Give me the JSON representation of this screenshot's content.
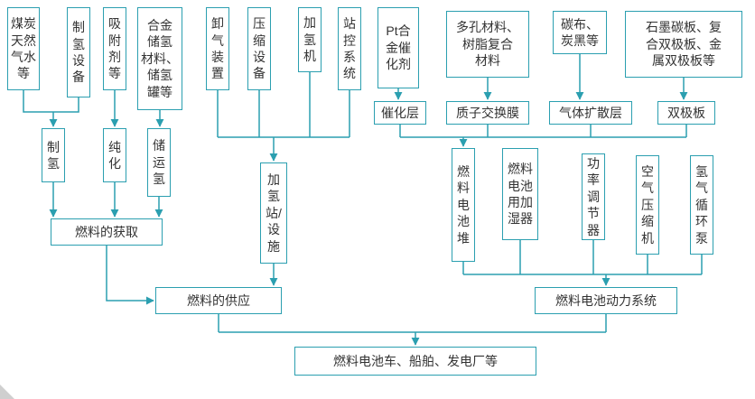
{
  "colors": {
    "accent": "#2b9fb0",
    "text": "#333333",
    "background": "#ffffff"
  },
  "nodes": {
    "coal_gas_water": "煤炭\n天然\n气水\n等",
    "h2_equipment": "制\n氢\n设\n备",
    "adsorbent": "吸\n附\n剂\n等",
    "storage_material": "合金\n储氢\n材料、\n储氢\n罐等",
    "unloading": "卸\n气\n装\n置",
    "compression": "压\n缩\n设\n备",
    "dispenser": "加\n氢\n机",
    "station_control": "站\n控\n系\n统",
    "pt_catalyst": "Pt合\n金催\n化剂",
    "porous_material": "多孔材料、\n树脂复合\n材料",
    "carbon_cloth": "碳布、\n炭黑等",
    "plate_materials": "石墨碳板、复\n合双极板、金\n属双极板等",
    "h2_production": "制\n氢",
    "purification": "纯\n化",
    "h2_storage_transport": "储\n运\n氢",
    "catalyst_layer": "催化层",
    "pem": "质子交换膜",
    "gdl": "气体扩散层",
    "bipolar_plate": "双极板",
    "fuel_acquisition": "燃料的获取",
    "h2_station": "加\n氢\n站/\n设\n施",
    "stack": "燃\n料\n电\n池\n堆",
    "humidifier": "燃料\n电池\n用加\n湿器",
    "power_regulator": "功\n率\n调\n节\n器",
    "air_compressor": "空\n气\n压\n缩\n机",
    "h2_pump": "氢\n气\n循\n环\n泵",
    "fuel_supply": "燃料的供应",
    "power_system": "燃料电池动力系统",
    "applications": "燃料电池车、船舶、发电厂等"
  },
  "edges": [
    {
      "from": "coal_gas_water",
      "to": "h2_production"
    },
    {
      "from": "h2_equipment",
      "to": "h2_production"
    },
    {
      "from": "adsorbent",
      "to": "purification"
    },
    {
      "from": "storage_material",
      "to": "h2_storage_transport"
    },
    {
      "from": "h2_production",
      "to": "fuel_acquisition"
    },
    {
      "from": "purification",
      "to": "fuel_acquisition"
    },
    {
      "from": "h2_storage_transport",
      "to": "fuel_acquisition"
    },
    {
      "from": "unloading",
      "to": "h2_station"
    },
    {
      "from": "compression",
      "to": "h2_station"
    },
    {
      "from": "dispenser",
      "to": "h2_station"
    },
    {
      "from": "station_control",
      "to": "h2_station"
    },
    {
      "from": "fuel_acquisition",
      "to": "fuel_supply"
    },
    {
      "from": "h2_station",
      "to": "fuel_supply"
    },
    {
      "from": "pt_catalyst",
      "to": "catalyst_layer"
    },
    {
      "from": "porous_material",
      "to": "pem"
    },
    {
      "from": "carbon_cloth",
      "to": "gdl"
    },
    {
      "from": "plate_materials",
      "to": "bipolar_plate"
    },
    {
      "from": "catalyst_layer",
      "to": "stack"
    },
    {
      "from": "pem",
      "to": "stack"
    },
    {
      "from": "gdl",
      "to": "stack"
    },
    {
      "from": "bipolar_plate",
      "to": "stack"
    },
    {
      "from": "stack",
      "to": "power_system"
    },
    {
      "from": "humidifier",
      "to": "power_system"
    },
    {
      "from": "power_regulator",
      "to": "power_system"
    },
    {
      "from": "air_compressor",
      "to": "power_system"
    },
    {
      "from": "h2_pump",
      "to": "power_system"
    },
    {
      "from": "fuel_supply",
      "to": "applications"
    },
    {
      "from": "power_system",
      "to": "applications"
    }
  ]
}
